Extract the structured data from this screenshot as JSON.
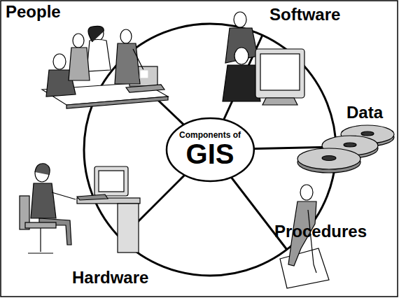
{
  "diagram": {
    "nodes": [
      {
        "text": [
          "Components of",
          "GIS"
        ]
      }
    ],
    "labels": [
      "People",
      "Software",
      "Data",
      "Procedures",
      "Hardware"
    ]
  }
}
